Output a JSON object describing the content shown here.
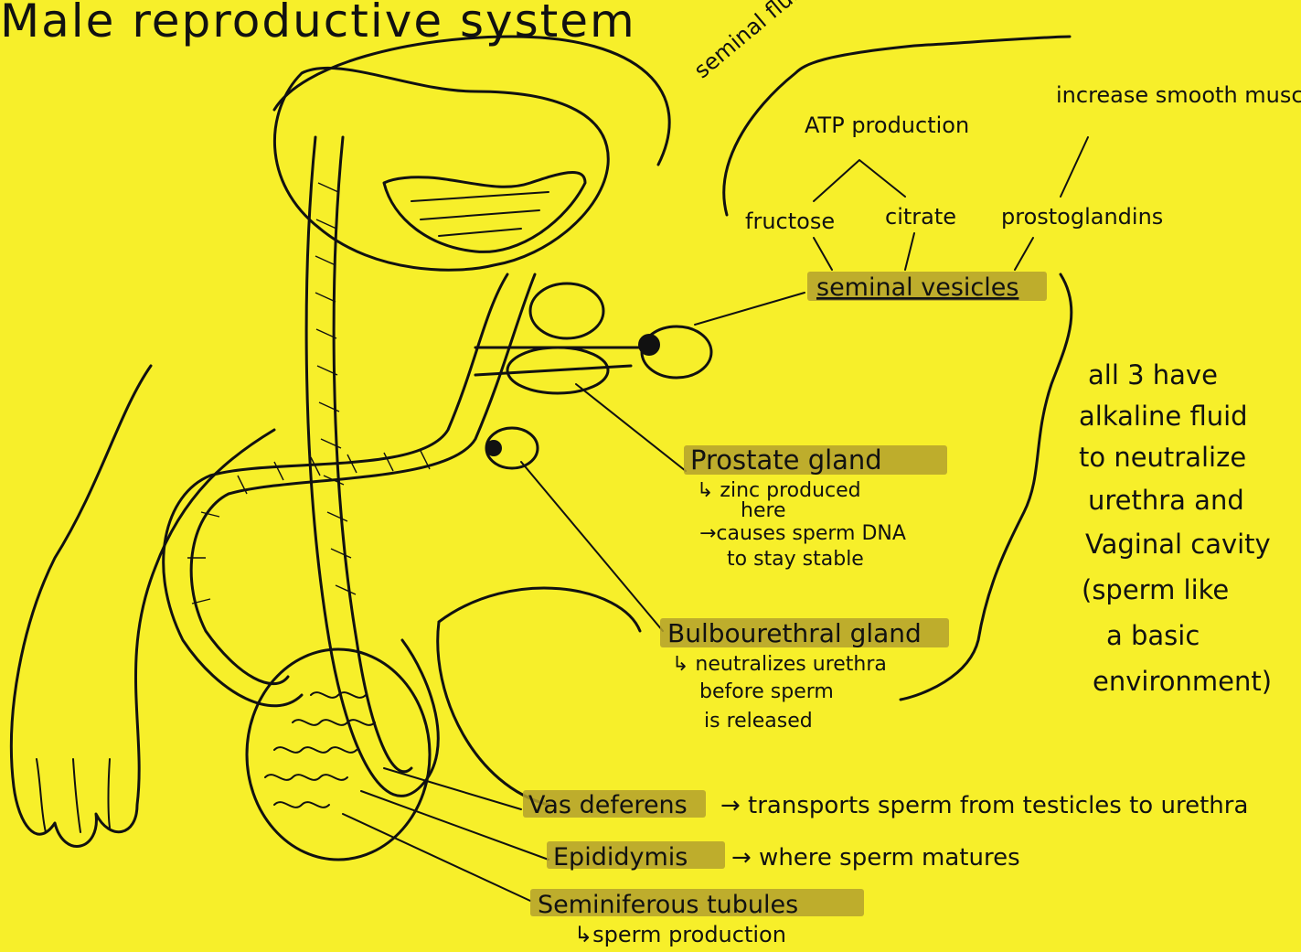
{
  "title": "Male reproductive system",
  "seminal_fluid": {
    "label": "seminal fluid",
    "atp": "ATP production",
    "increase": "increase smooth muscle retraction",
    "fructose": "fructose",
    "citrate": "citrate",
    "prostaglandins": "prostoglandins"
  },
  "structures": {
    "seminal_vesicles": {
      "label": "seminal vesicles"
    },
    "prostate": {
      "label": "Prostate gland",
      "notes": [
        "↳ zinc produced",
        "here",
        "→causes sperm DNA",
        "to stay stable"
      ]
    },
    "bulbourethral": {
      "label": "Bulbourethral gland",
      "notes": [
        "↳ neutralizes urethra",
        "before sperm",
        "is released"
      ]
    },
    "vas_deferens": {
      "label": "Vas deferens",
      "note": "→ transports sperm from testicles to urethra"
    },
    "epididymis": {
      "label": "Epididymis",
      "note": "→ where sperm matures"
    },
    "seminiferous": {
      "label": "Seminiferous tubules",
      "note": "↳sperm production"
    }
  },
  "side_note": [
    "all 3 have",
    "alkaline fluid",
    "to neutralize",
    "urethra and",
    "Vaginal cavity",
    "(sperm like",
    "a basic",
    "environment)"
  ]
}
